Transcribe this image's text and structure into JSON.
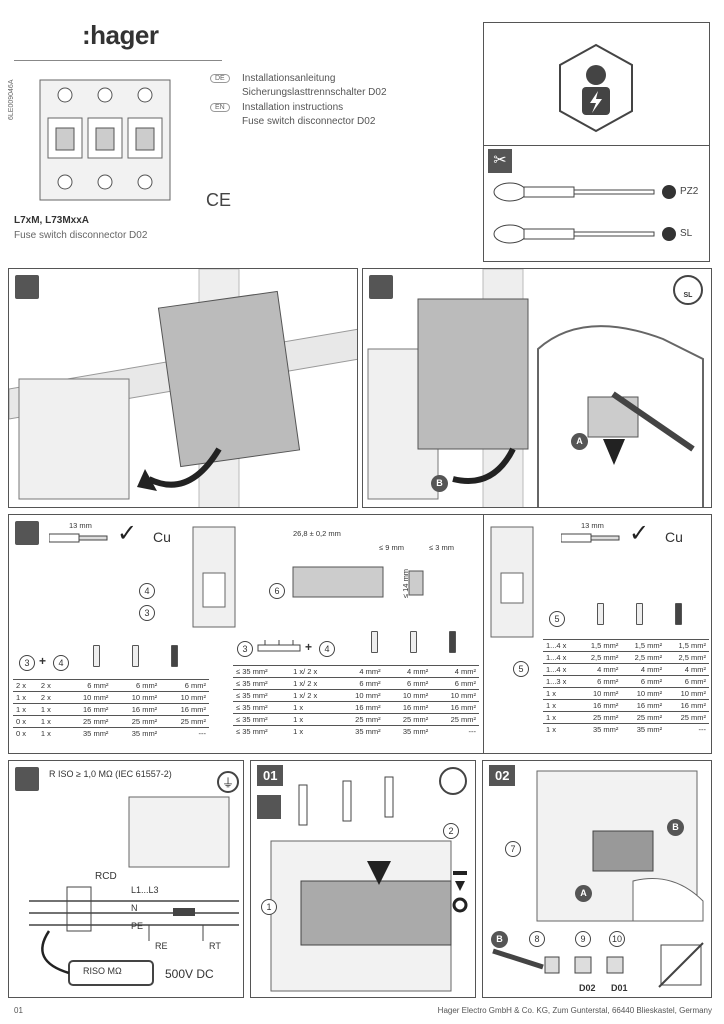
{
  "header": {
    "logo": ":hager",
    "doc_code": "6LE009046A",
    "lang_de": "DE",
    "lang_en": "EN",
    "title_de_1": "Installationsanleitung",
    "title_de_2": "Sicherungslasttrennschalter D02",
    "title_en_1": "Installation instructions",
    "title_en_2": "Fuse switch disconnector D02",
    "ce_mark": "CE",
    "model": "L7xM, L73MxxA",
    "subtitle": "Fuse switch disconnector D02"
  },
  "tools": {
    "pz_label": "PZ2",
    "sl_label": "SL"
  },
  "mount": {
    "badge_sl": "SL",
    "label_a": "A",
    "label_b": "B"
  },
  "wiring_left": {
    "strip_len": "13 mm",
    "material": "Cu",
    "callout_4": "4",
    "callout_3": "3",
    "hdr_3": "3",
    "hdr_plus": "+",
    "hdr_4": "4",
    "rows": [
      [
        "2 x",
        "2 x",
        "6 mm²",
        "6 mm²",
        "6 mm²"
      ],
      [
        "1 x",
        "2 x",
        "10 mm²",
        "10 mm²",
        "10 mm²"
      ],
      [
        "1 x",
        "1 x",
        "16 mm²",
        "16 mm²",
        "16 mm²"
      ],
      [
        "0 x",
        "1 x",
        "25 mm²",
        "25 mm²",
        "25 mm²"
      ],
      [
        "0 x",
        "1 x",
        "35 mm²",
        "35 mm²",
        "---"
      ]
    ]
  },
  "wiring_mid": {
    "dim_w": "26,8 ± 0,2 mm",
    "dim_9": "≤ 9 mm",
    "dim_3": "≤ 3 mm",
    "dim_14": "≤ 14 mm",
    "callout_6": "6",
    "hdr_3": "3",
    "hdr_plus": "+",
    "hdr_4": "4",
    "rows": [
      [
        "≤ 35 mm²",
        "1 x/ 2 x",
        "4 mm²",
        "4 mm²",
        "4 mm²"
      ],
      [
        "≤ 35 mm²",
        "1 x/ 2 x",
        "6 mm²",
        "6 mm²",
        "6 mm²"
      ],
      [
        "≤ 35 mm²",
        "1 x/ 2 x",
        "10 mm²",
        "10 mm²",
        "10 mm²"
      ],
      [
        "≤ 35 mm²",
        "1 x",
        "16 mm²",
        "16 mm²",
        "16 mm²"
      ],
      [
        "≤ 35 mm²",
        "1 x",
        "25 mm²",
        "25 mm²",
        "25 mm²"
      ],
      [
        "≤ 35 mm²",
        "1 x",
        "35 mm²",
        "35 mm²",
        "---"
      ]
    ]
  },
  "wiring_right": {
    "strip_len": "13 mm",
    "material": "Cu",
    "callout_5": "5",
    "callout_5b": "5",
    "rows": [
      [
        "1...4 x",
        "1,5 mm²",
        "1,5 mm²",
        "1,5 mm²"
      ],
      [
        "1...4 x",
        "2,5 mm²",
        "2,5 mm²",
        "2,5 mm²"
      ],
      [
        "1...4 x",
        "4 mm²",
        "4 mm²",
        "4 mm²"
      ],
      [
        "1...3 x",
        "6 mm²",
        "6 mm²",
        "6 mm²"
      ],
      [
        "1 x",
        "10 mm²",
        "10 mm²",
        "10 mm²"
      ],
      [
        "1 x",
        "16 mm²",
        "16 mm²",
        "16 mm²"
      ],
      [
        "1 x",
        "25 mm²",
        "25 mm²",
        "25 mm²"
      ],
      [
        "1 x",
        "35 mm²",
        "35 mm²",
        "---"
      ]
    ]
  },
  "insulation": {
    "spec": "R ISO ≥ 1,0 MΩ (IEC 61557-2)",
    "rcd": "RCD",
    "l1l3": "L1...L3",
    "n": "N",
    "pe": "PE",
    "re": "RE",
    "rt": "RT",
    "meter": "RISO MΩ",
    "voltage": "500V DC"
  },
  "step01": {
    "num": "01",
    "callout_1": "1",
    "callout_2": "2"
  },
  "step02": {
    "num": "02",
    "callout_7": "7",
    "label_b": "B",
    "label_a": "A",
    "label_b2": "B",
    "callout_8": "8",
    "callout_9": "9",
    "callout_10": "10",
    "d02": "D02",
    "d01": "D01"
  },
  "footer": {
    "page": "01",
    "company": "Hager Electro GmbH & Co. KG, Zum Gunterstal, 66440 Blieskastel, Germany"
  }
}
